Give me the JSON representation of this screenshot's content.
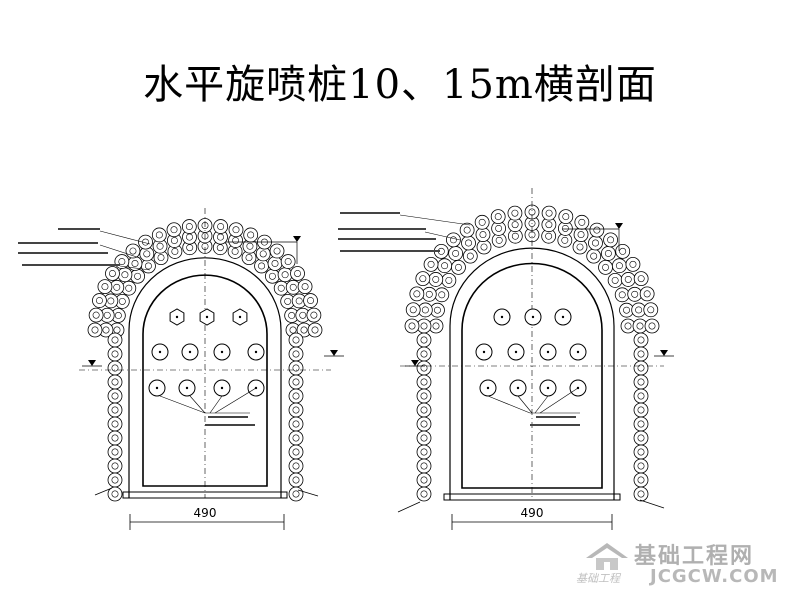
{
  "slide": {
    "title": "水平旋喷桩10、15m横剖面"
  },
  "sections": [
    {
      "id": "left",
      "width_label": "490"
    },
    {
      "id": "right",
      "width_label": "490"
    }
  ],
  "watermark": {
    "site_cn": "基础工程网",
    "site_en": "JCGCW.COM",
    "small_text": "基础工程"
  },
  "colors": {
    "line": "#000000",
    "watermark": "#b0b0b0"
  }
}
